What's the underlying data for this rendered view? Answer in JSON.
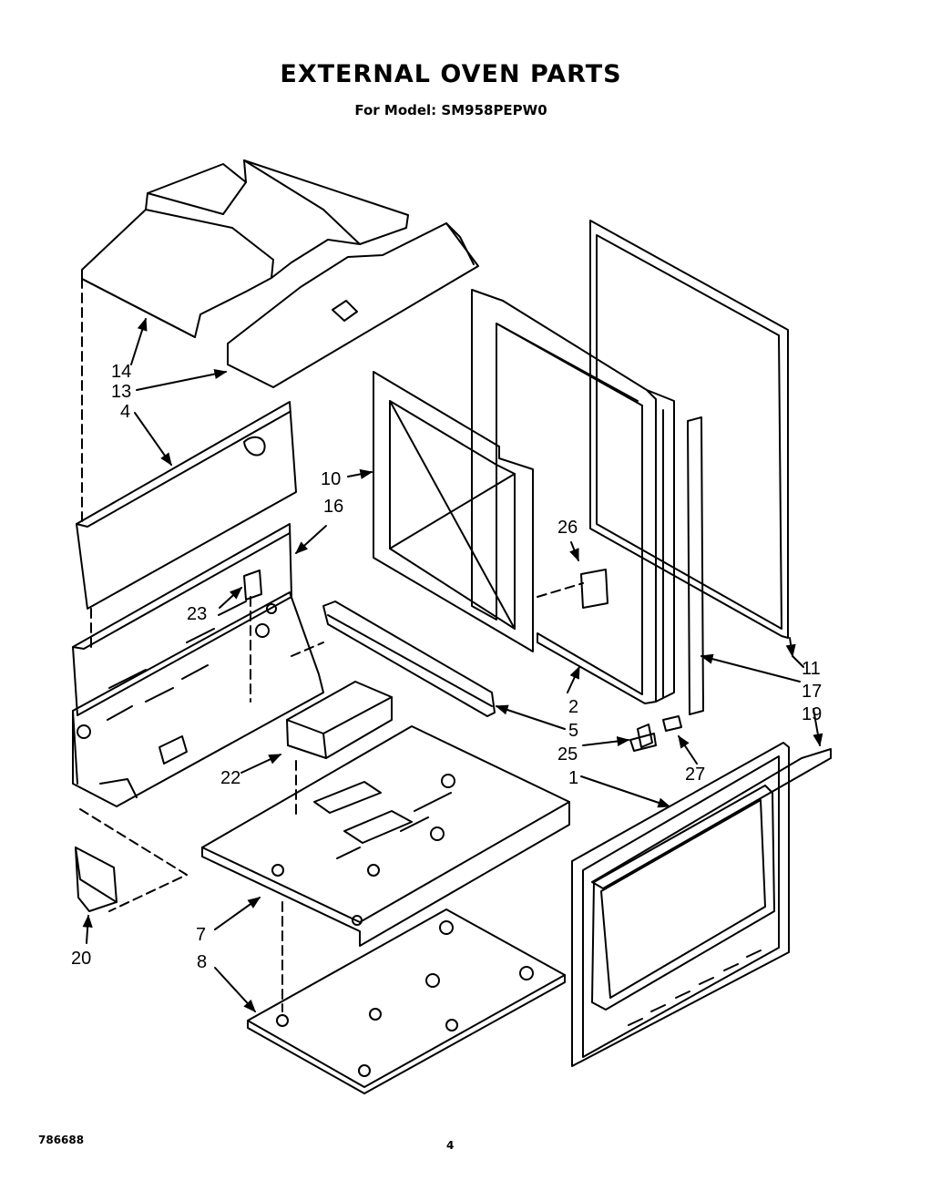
{
  "title": "EXTERNAL OVEN PARTS",
  "subtitle": "For Model: SM958PEPW0",
  "doc_number": "786688",
  "page_number": "4",
  "labels": {
    "l1": "1",
    "l2": "2",
    "l4": "4",
    "l5": "5",
    "l7": "7",
    "l8": "8",
    "l10": "10",
    "l11": "11",
    "l13": "13",
    "l14": "14",
    "l16": "16",
    "l17": "17",
    "l19": "19",
    "l20": "20",
    "l22": "22",
    "l23": "23",
    "l25": "25",
    "l26": "26",
    "l27": "27"
  }
}
